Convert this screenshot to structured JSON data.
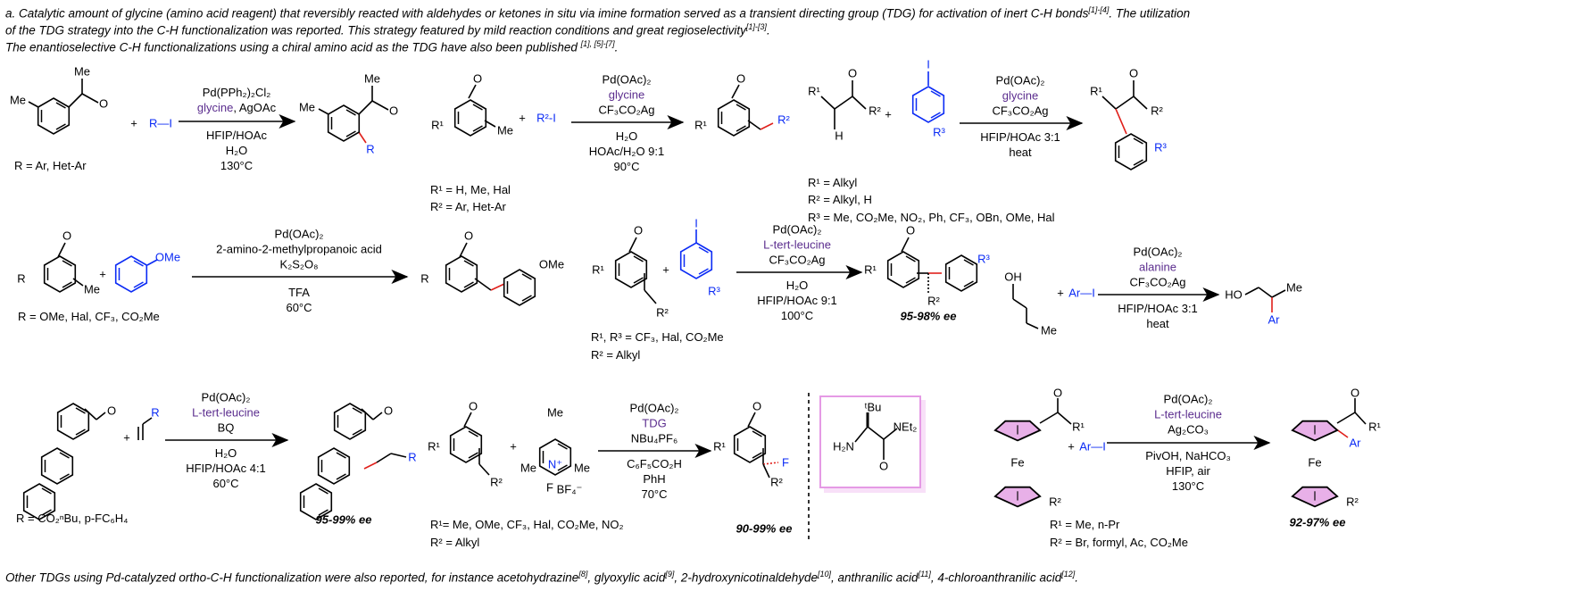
{
  "caption": {
    "line1": "a. Catalytic amount of glycine (amino acid reagent) that reversibly reacted with aldehydes or ketones in situ via imine formation served as a transient directing group (TDG) for activation of inert C-H bonds",
    "line1_ref": "[1]-[4]",
    "line1_end": ". The utilization",
    "line2": "of the TDG strategy into the C-H functionalization was reported. This strategy featured by mild reaction conditions and great regioselectivity",
    "line2_ref": "[1]-[3]",
    "line2_end": ".",
    "line3": "The enantioselective C-H functionalizations using a chiral amino acid as the TDG have also been published ",
    "line3_ref": "[1], [5]-[7]",
    "line3_end": "."
  },
  "footer": {
    "text1": "Other TDGs using Pd-catalyzed ortho-C-H functionalization were also reported, for instance acetohydrazine",
    "ref1": "[8]",
    "text2": ", glyoxylic acid",
    "ref2": "[9]",
    "text3": ", 2-hydroxynicotinaldehyde",
    "ref3": "[10]",
    "text4": ", anthranilic acid",
    "ref4": "[11]",
    "text5": ", 4-chloroanthranilic acid",
    "ref5": "[12]",
    "text6": "."
  },
  "reactions": [
    {
      "above": [
        "Pd(PPh₂)₂Cl₂"
      ],
      "tdg": "glycine",
      "tdg_suffix": ", AgOAc",
      "below": [
        "HFIP/HOAc",
        "H₂O",
        "130°C"
      ],
      "plus": "+",
      "reagent": "R—I",
      "atoms": [
        "Me",
        "Me",
        "O",
        "Me",
        "Me",
        "O",
        "R"
      ],
      "notes": [
        "R = Ar, Het-Ar"
      ]
    },
    {
      "above": [
        "Pd(OAc)₂",
        "CF₃CO₂Ag"
      ],
      "tdg": "glycine",
      "below": [
        "H₂O",
        "HOAc/H₂O 9:1",
        "90°C"
      ],
      "plus": "+",
      "reagent": "R²-I",
      "atoms": [
        "O",
        "R¹",
        "Me",
        "O",
        "R¹",
        "R²"
      ],
      "notes": [
        "R¹ = H, Me, Hal",
        "R² = Ar, Het-Ar"
      ]
    },
    {
      "above": [
        "Pd(OAc)₂",
        "CF₃CO₂Ag"
      ],
      "tdg": "glycine",
      "below": [
        "HFIP/HOAc 3:1",
        "heat"
      ],
      "plus": "+",
      "reagent": "I",
      "atoms": [
        "R¹",
        "O",
        "R²",
        "H",
        "R³",
        "R¹",
        "O",
        "R²",
        "R³"
      ],
      "notes": [
        "R¹ = Alkyl",
        "R² = Alkyl, H",
        "R³ = Me, CO₂Me, NO₂, Ph, CF₃, OBn, OMe, Hal"
      ]
    },
    {
      "above": [
        "Pd(OAc)₂",
        "2-amino-2-methylpropanoic acid",
        "K₂S₂O₈"
      ],
      "below": [
        "TFA",
        "60°C"
      ],
      "plus": "+",
      "reagent": "OMe",
      "atoms": [
        "O",
        "R",
        "Me",
        "O",
        "R",
        "OMe"
      ],
      "notes": [
        "R = OMe, Hal, CF₃, CO₂Me"
      ]
    },
    {
      "above": [
        "Pd(OAc)₂",
        "CF₃CO₂Ag"
      ],
      "tdg": "L-tert-leucine",
      "below": [
        "H₂O",
        "HFIP/HOAc 9:1",
        "100°C"
      ],
      "plus": "+",
      "reagent": "I",
      "atoms": [
        "O",
        "R¹",
        "R²",
        "R³",
        "O",
        "R¹",
        "R²",
        "R³"
      ],
      "notes": [
        "R¹, R³ = CF₃, Hal, CO₂Me",
        "R² = Alkyl"
      ],
      "ee": "95-98% ee"
    },
    {
      "above": [
        "Pd(OAc)₂",
        "CF₃CO₂Ag"
      ],
      "tdg": "alanine",
      "below": [
        "HFIP/HOAc 3:1",
        "heat"
      ],
      "plus": "+",
      "reagent": "Ar—I",
      "atoms": [
        "OH",
        "Me",
        "HO",
        "Me",
        "Ar"
      ]
    },
    {
      "above": [
        "Pd(OAc)₂",
        "BQ"
      ],
      "tdg": "L-tert-leucine",
      "below": [
        "H₂O",
        "HFIP/HOAc 4:1",
        "60°C"
      ],
      "plus": "+",
      "reagent": "R",
      "atoms": [
        "O",
        "O",
        "R"
      ],
      "notes": [
        "R = CO₂ⁿBu, p-FC₆H₄"
      ],
      "ee": "95-99% ee"
    },
    {
      "above": [
        "Pd(OAc)₂",
        "NBu₄PF₆"
      ],
      "tdg": "TDG",
      "below": [
        "C₆F₅CO₂H",
        "PhH",
        "70°C"
      ],
      "plus": "+",
      "reagent": "Me",
      "atoms": [
        "O",
        "R¹",
        "R²",
        "Me",
        "Me",
        "N⁺",
        "F",
        "BF₄⁻",
        "O",
        "R¹",
        "F",
        "R²"
      ],
      "notes": [
        "R¹= Me, OMe, CF₃, Hal, CO₂Me, NO₂",
        "R² = Alkyl"
      ],
      "ee": "90-99% ee"
    },
    {
      "above": [
        "Pd(OAc)₂",
        "Ag₂CO₃"
      ],
      "tdg": "L-tert-leucine",
      "below": [
        "PivOH, NaHCO₃",
        "HFIP, air",
        "130°C"
      ],
      "plus": "+",
      "reagent": "Ar—I",
      "atoms": [
        "O",
        "R¹",
        "Fe",
        "R²",
        "O",
        "R¹",
        "Fe",
        "Ar",
        "R²"
      ],
      "notes": [
        "R¹ = Me, n-Pr",
        "R² = Br, formyl, Ac, CO₂Me"
      ],
      "ee": "92-97% ee"
    }
  ],
  "tdg_structure": {
    "atoms": [
      "ᵗBu",
      "H₂N",
      "NEt₂",
      "O"
    ]
  },
  "colors": {
    "tdg": "#5b2d8e",
    "reagent": "#0b2bf5",
    "new_bond": "#e0201b",
    "ferrocene_ring": "#e8b0e8",
    "box": "#e59ae5"
  }
}
